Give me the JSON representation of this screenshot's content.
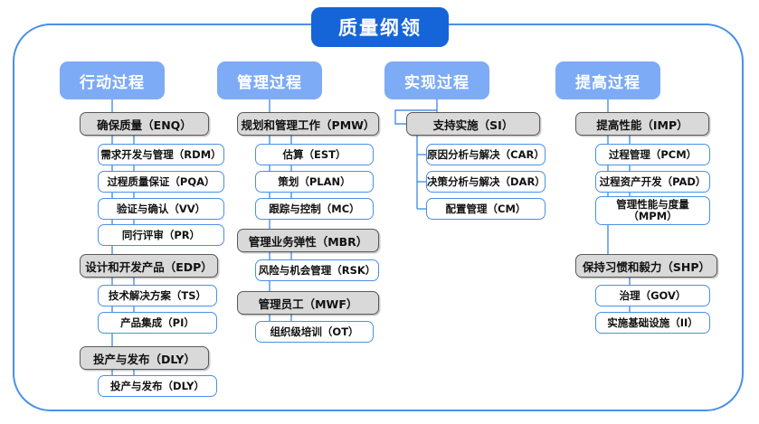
{
  "diagram": {
    "title": "质量纲领",
    "frame_color": "#4a90e8",
    "root_color": "#1565d8",
    "header_color": "#7eabf5",
    "parent_color": "#d9d9d9",
    "child_border_color": "#4a90e8"
  },
  "columns": [
    {
      "header": "行动过程",
      "groups": [
        {
          "parent": "确保质量（ENQ）",
          "children": [
            "需求开发与管理（RDM）",
            "过程质量保证（PQA）",
            "验证与确认（VV）",
            "同行评审（PR）"
          ]
        },
        {
          "parent": "设计和开发产品（EDP）",
          "children": [
            "技术解决方案（TS）",
            "产品集成（PI）"
          ]
        },
        {
          "parent": "投产与发布（DLY）",
          "children": [
            "投产与发布（DLY）"
          ]
        }
      ]
    },
    {
      "header": "管理过程",
      "groups": [
        {
          "parent": "规划和管理工作（PMW）",
          "children": [
            "估算（EST）",
            "策划（PLAN）",
            "跟踪与控制（MC）"
          ]
        },
        {
          "parent": "管理业务弹性（MBR）",
          "children": [
            "风险与机会管理（RSK）"
          ]
        },
        {
          "parent": "管理员工（MWF）",
          "children": [
            "组织级培训（OT）"
          ]
        }
      ]
    },
    {
      "header": "实现过程",
      "groups": [
        {
          "parent": "支持实施（SI）",
          "children": [
            "原因分析与解决（CAR）",
            "决策分析与解决（DAR）",
            "配置管理（CM）"
          ]
        }
      ]
    },
    {
      "header": "提高过程",
      "groups": [
        {
          "parent": "提高性能（IMP）",
          "children": [
            "过程管理（PCM）",
            "过程资产开发（PAD）",
            "管理性能与度量\n（MPM）"
          ]
        },
        {
          "parent": "保持习惯和毅力（SHP）",
          "children": [
            "治理（GOV）",
            "实施基础设施（II）"
          ]
        }
      ]
    }
  ]
}
